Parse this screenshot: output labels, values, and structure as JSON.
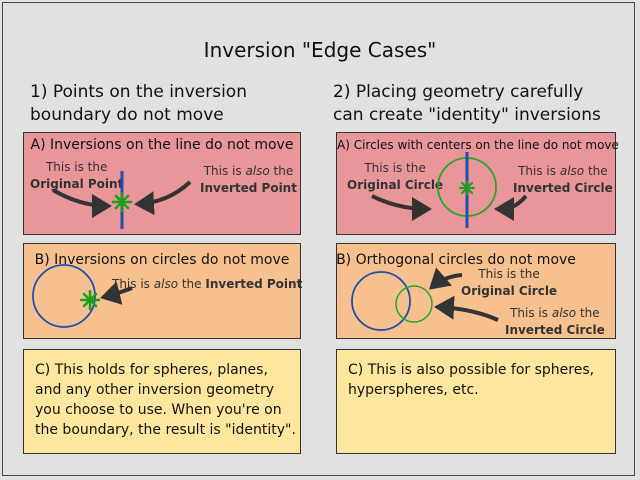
{
  "title": "Inversion \"Edge Cases\"",
  "col1": {
    "heading_line1": "1) Points on the inversion",
    "heading_line2": "boundary do not move",
    "panelA": {
      "title": "A) Inversions on the line do not move",
      "left_pre": "This is the",
      "left_bold": "Original Point",
      "right_pre": "This is ",
      "right_italic": "also",
      "right_post": " the",
      "right_bold": "Inverted Point"
    },
    "panelB": {
      "title": "B) Inversions on circles do not move",
      "text_pre": "This is ",
      "text_italic": "also",
      "text_post": " the ",
      "text_bold": "Inverted Point"
    },
    "panelC": {
      "text": "C) This holds for spheres, planes, and any other inversion geometry you choose to use.  When you're on the boundary, the result is \"identity\"."
    }
  },
  "col2": {
    "heading_line1": "2) Placing geometry carefully",
    "heading_line2": "can create \"identity\" inversions",
    "panelA": {
      "title": "A) Circles with centers on the line do not move",
      "left_pre": "This is the",
      "left_bold": "Original Circle",
      "right_pre": "This is ",
      "right_italic": "also",
      "right_post": " the",
      "right_bold": "Inverted Circle"
    },
    "panelB": {
      "title": "B) Orthogonal circles do not move",
      "top_pre": "This is the",
      "top_bold": "Original Circle",
      "bottom_pre": "This is ",
      "bottom_italic": "also",
      "bottom_post": " the",
      "bottom_bold": "Inverted Circle"
    },
    "panelC": {
      "text": "C) This is also possible for spheres, hyperspheres, etc."
    }
  },
  "colors": {
    "line_blue": "#1f4fa8",
    "point_green": "#1d9e1d",
    "circle_green": "#2aa52a",
    "arrow": "#333333",
    "pink": "#e8969a",
    "peach": "#f7c08f",
    "yellow": "#fde79f"
  }
}
